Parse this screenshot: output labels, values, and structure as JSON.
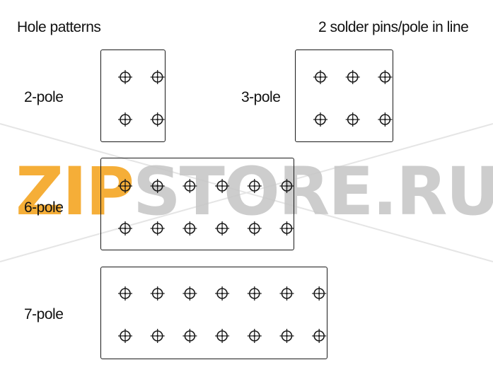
{
  "header": {
    "left": "Hole patterns",
    "right": "2 solder pins/pole in line"
  },
  "patterns": [
    {
      "label": "2-pole",
      "columns": 2,
      "rows": 2
    },
    {
      "label": "3-pole",
      "columns": 3,
      "rows": 2
    },
    {
      "label": "6-pole",
      "columns": 6,
      "rows": 2
    },
    {
      "label": "7-pole",
      "columns": 7,
      "rows": 2
    }
  ],
  "watermark": {
    "brand": "ZIP",
    "rest": "STORE.RU",
    "brand_color": "#f5a623",
    "rest_color": "#c8c8c8"
  },
  "colors": {
    "line": "#1a1a1a",
    "background": "#ffffff"
  }
}
